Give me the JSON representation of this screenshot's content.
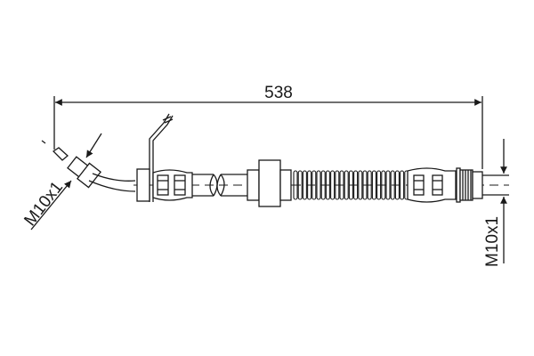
{
  "drawing": {
    "type": "technical-drawing",
    "subject": "brake hose",
    "background": "#ffffff",
    "line_color": "#1a1a1a",
    "overall_length": {
      "label": "538",
      "value": 538
    },
    "left_thread": {
      "label": "M10x1"
    },
    "right_thread": {
      "label": "M10x1"
    }
  }
}
